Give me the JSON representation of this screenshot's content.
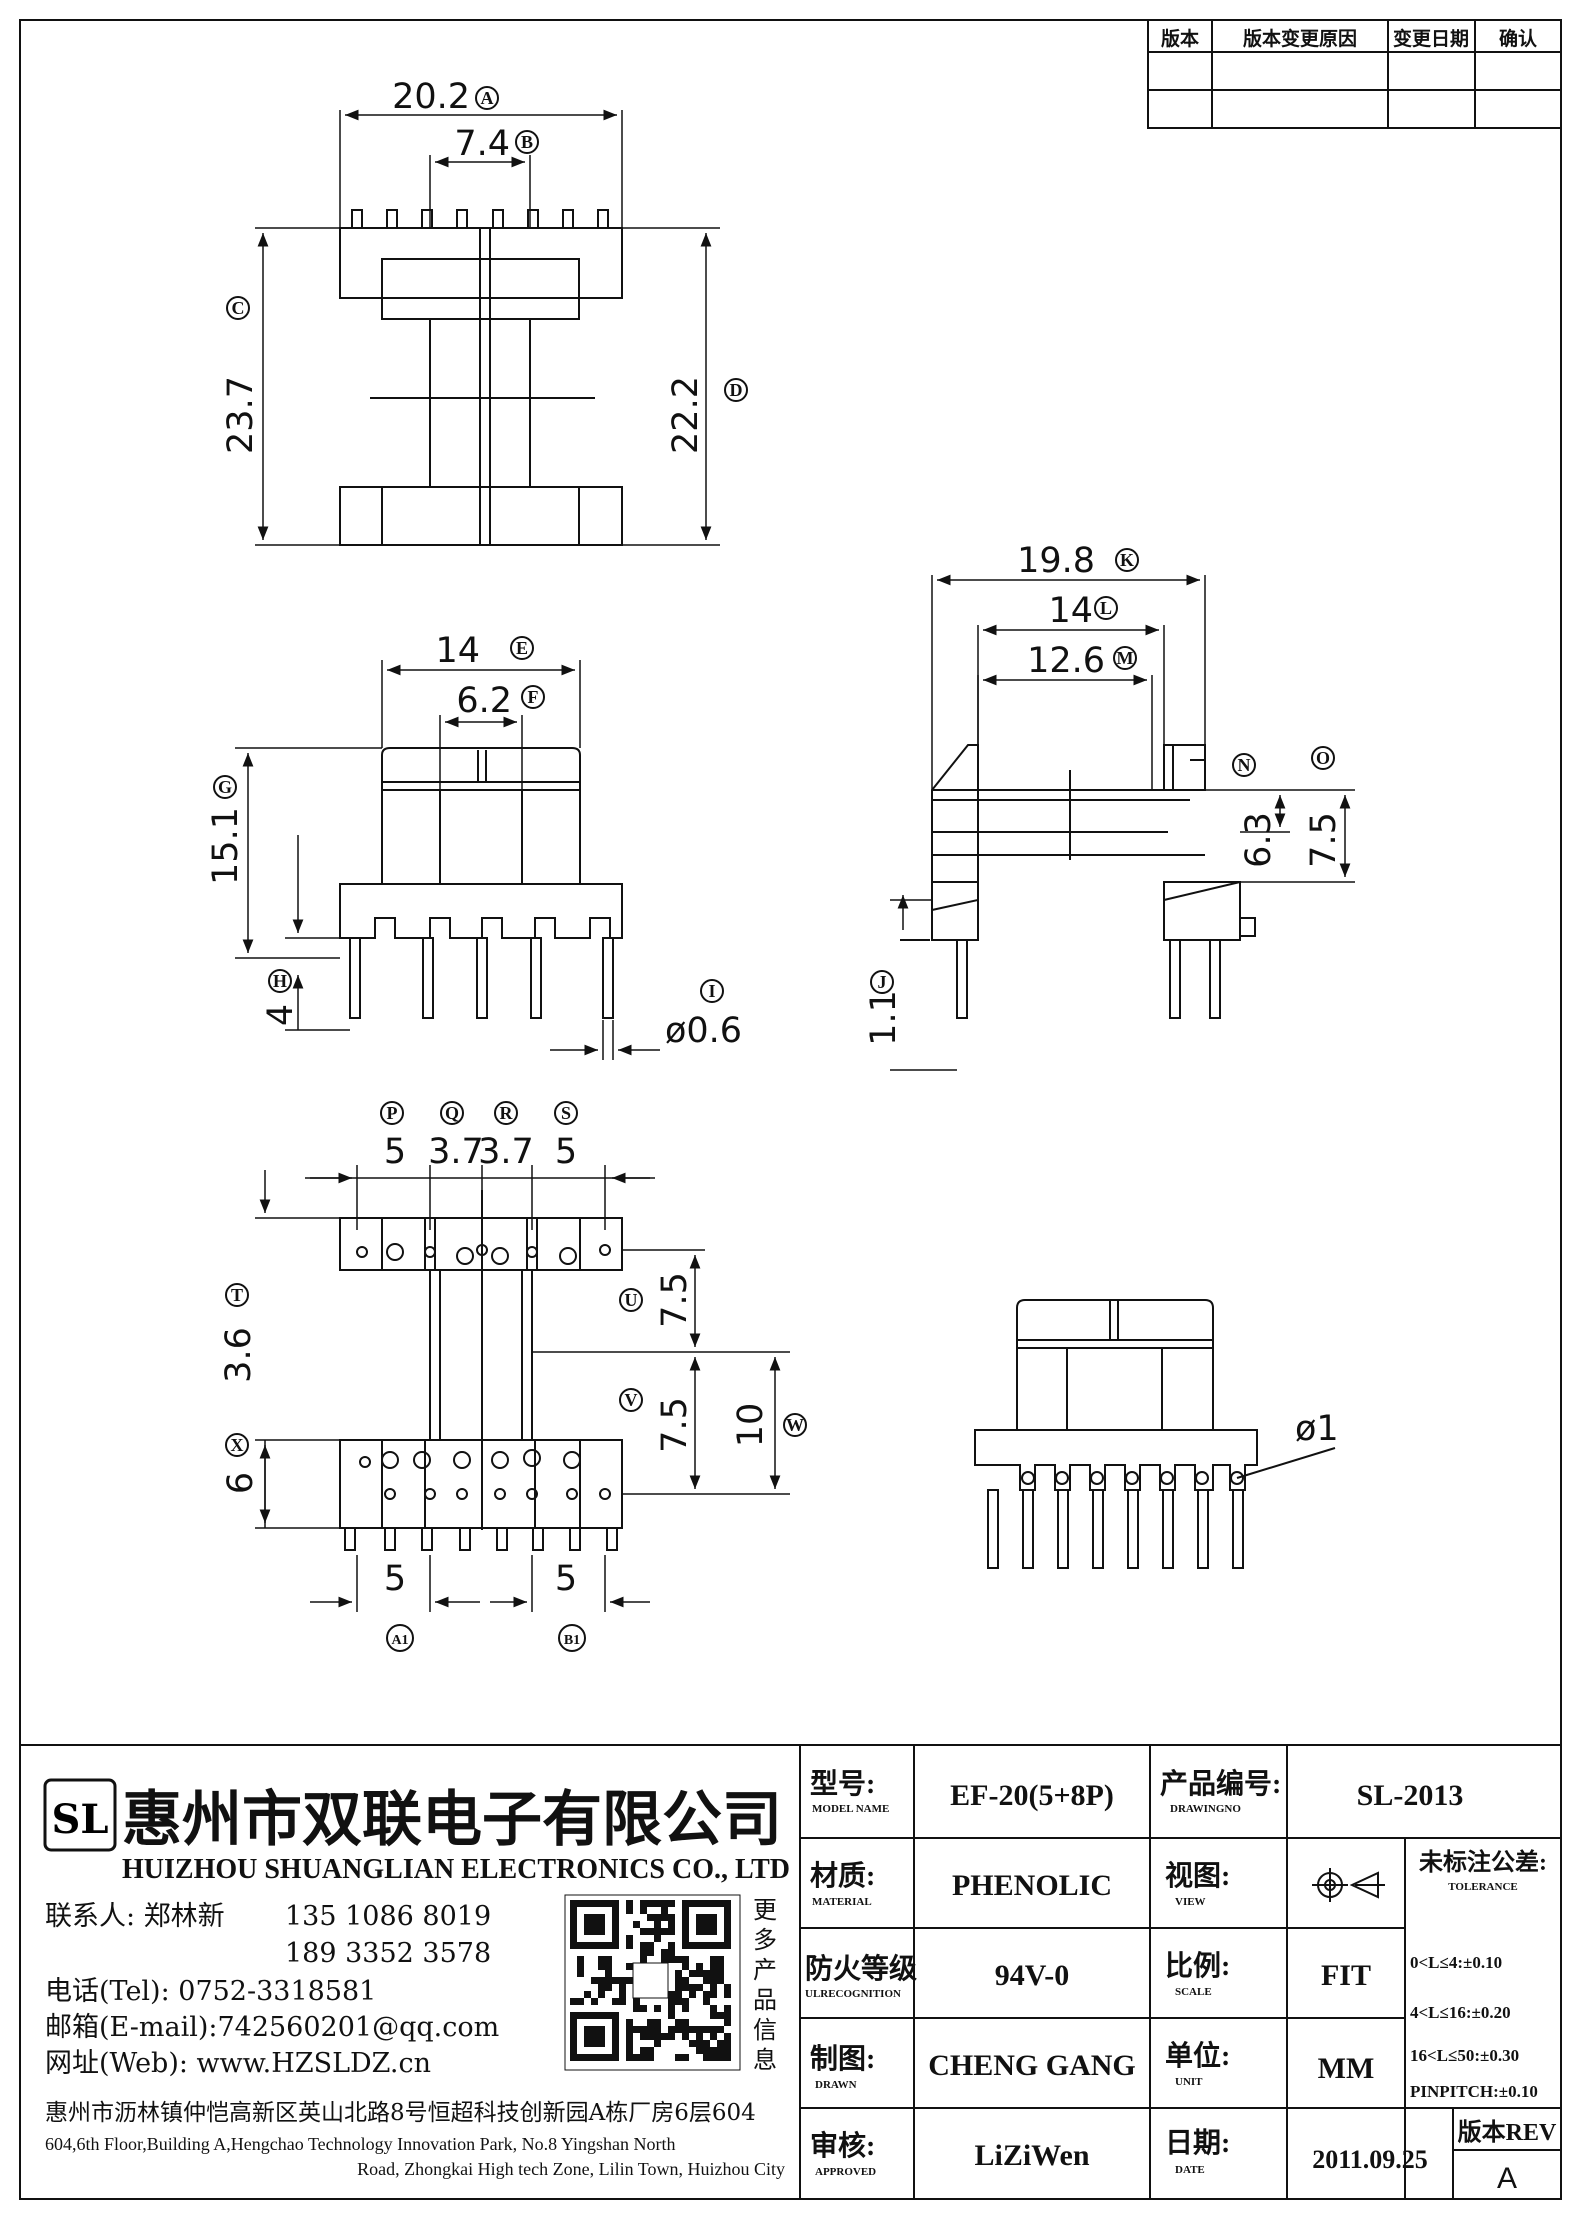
{
  "revision_table": {
    "headers": [
      "版本",
      "版本变更原因",
      "变更日期",
      "确认"
    ]
  },
  "dimensions": {
    "A": "20.2",
    "B": "7.4",
    "C": "23.7",
    "D": "22.2",
    "E": "14",
    "F": "6.2",
    "G": "15.1",
    "H": "4",
    "I": "ø0.6",
    "J": "1.1",
    "K": "19.8",
    "L": "14",
    "M": "12.6",
    "N": "6.3",
    "O": "7.5",
    "P": "5",
    "Q": "3.7",
    "R": "3.7",
    "S": "5",
    "T": "3.6",
    "U": "7.5",
    "V": "7.5",
    "W": "10",
    "X": "6",
    "A1": "5",
    "B1": "5",
    "phi1": "ø1"
  },
  "markers": {
    "A": "A",
    "B": "B",
    "C": "C",
    "D": "D",
    "E": "E",
    "F": "F",
    "G": "G",
    "H": "H",
    "I": "I",
    "J": "J",
    "K": "K",
    "L": "L",
    "M": "M",
    "N": "N",
    "O": "O",
    "P": "P",
    "Q": "Q",
    "R": "R",
    "S": "S",
    "T": "T",
    "U": "U",
    "V": "V",
    "W": "W",
    "X": "X",
    "A1": "A1",
    "B1": "B1"
  },
  "company": {
    "logo_text": "SL",
    "name_cn": "惠州市双联电子有限公司",
    "name_en": "HUIZHOU SHUANGLIAN ELECTRONICS CO., LTD",
    "contact_label": "联系人: 郑林新",
    "phone1": "135 1086 8019",
    "phone2": "189 3352 3578",
    "tel": "电话(Tel): 0752-3318581",
    "email": "邮箱(E-mail):742560201@qq.com",
    "web": "网址(Web): www.HZSLDZ.cn",
    "qr_side_text": [
      "更",
      "多",
      "产",
      "品",
      "信",
      "息"
    ],
    "address_cn": "惠州市沥林镇仲恺高新区英山北路8号恒超科技创新园A栋厂房6层604",
    "address_en1": "604,6th Floor,Building A,Hengchao Technology Innovation Park, No.8 Yingshan North",
    "address_en2": "Road, Zhongkai High tech Zone, Lilin Town, Huizhou City"
  },
  "title_block": {
    "model_label_cn": "型号:",
    "model_label_en": "MODEL NAME",
    "model_value": "EF-20(5+8P)",
    "drawing_label_cn": "产品编号:",
    "drawing_label_en": "DRAWINGNO",
    "drawing_value": "SL-2013",
    "material_label_cn": "材质:",
    "material_label_en": "MATERIAL",
    "material_value": "PHENOLIC",
    "view_label_cn": "视图:",
    "view_label_en": "VIEW",
    "tolerance_label_cn": "未标注公差:",
    "tolerance_label_en": "TOLERANCE",
    "tolerances": [
      "0<L≤4:±0.10",
      "4<L≤16:±0.20",
      "16<L≤50:±0.30",
      "PINPITCH:±0.10"
    ],
    "fire_label_cn": "防火等级",
    "fire_label_en": "ULRECOGNITION",
    "fire_value": "94V-0",
    "scale_label_cn": "比例:",
    "scale_label_en": "SCALE",
    "scale_value": "FIT",
    "drawn_label_cn": "制图:",
    "drawn_label_en": "DRAWN",
    "drawn_value": "CHENG GANG",
    "unit_label_cn": "单位:",
    "unit_label_en": "UNIT",
    "unit_value": "MM",
    "approved_label_cn": "审核:",
    "approved_label_en": "APPROVED",
    "approved_value": "LiZiWen",
    "date_label_cn": "日期:",
    "date_label_en": "DATE",
    "date_value": "2011.09.25",
    "rev_label": "版本REV",
    "rev_value": "A"
  }
}
